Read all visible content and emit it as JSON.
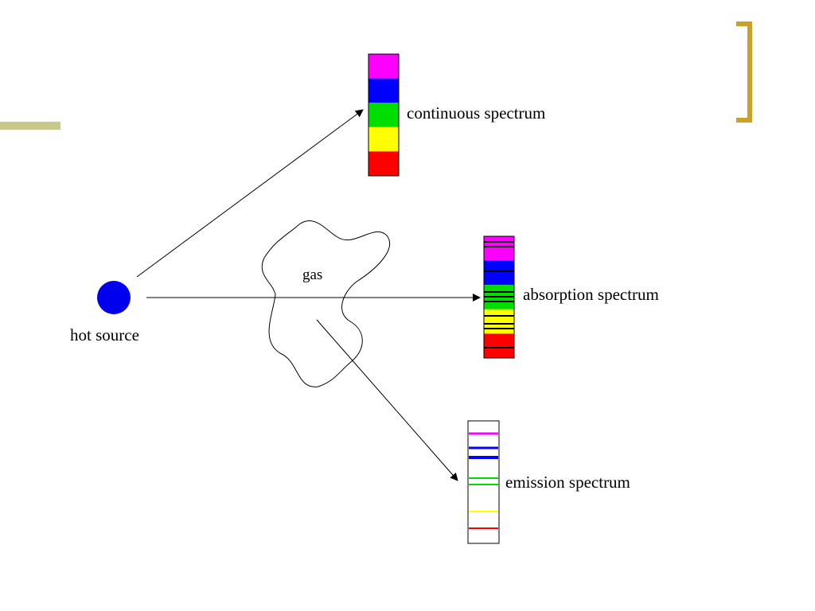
{
  "labels": {
    "continuous": "continuous spectrum",
    "absorption": "absorption spectrum",
    "emission": "emission spectrum",
    "gas": "gas",
    "source": "hot source"
  },
  "colors": {
    "accent": "#c9a227",
    "accent_bar": "#c8c88a",
    "source": "#0000ee",
    "violet": "#ff00ff",
    "blue": "#0000ff",
    "green": "#00dd00",
    "yellow": "#ffff00",
    "red": "#ff0000",
    "line": "#000000"
  },
  "spectra": {
    "continuous": {
      "bands": [
        "violet",
        "blue",
        "green",
        "yellow",
        "red"
      ]
    },
    "absorption": {
      "bands": [
        "violet",
        "blue",
        "green",
        "yellow",
        "red"
      ],
      "absorption_lines": 10
    },
    "emission": {
      "lines": [
        "violet",
        "blue",
        "blue",
        "green",
        "green",
        "yellow",
        "red"
      ]
    }
  }
}
